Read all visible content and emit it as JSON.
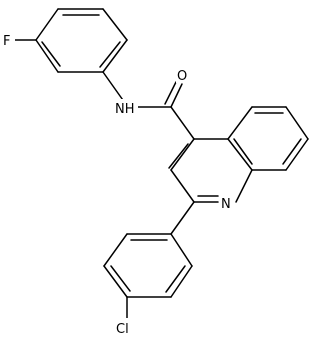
{
  "molecule": {
    "atom_labels": {
      "fluorine": "F",
      "amide_nh": "NH",
      "carbonyl_oxygen": "O",
      "quinoline_nitrogen": "N",
      "chlorine": "Cl"
    }
  }
}
